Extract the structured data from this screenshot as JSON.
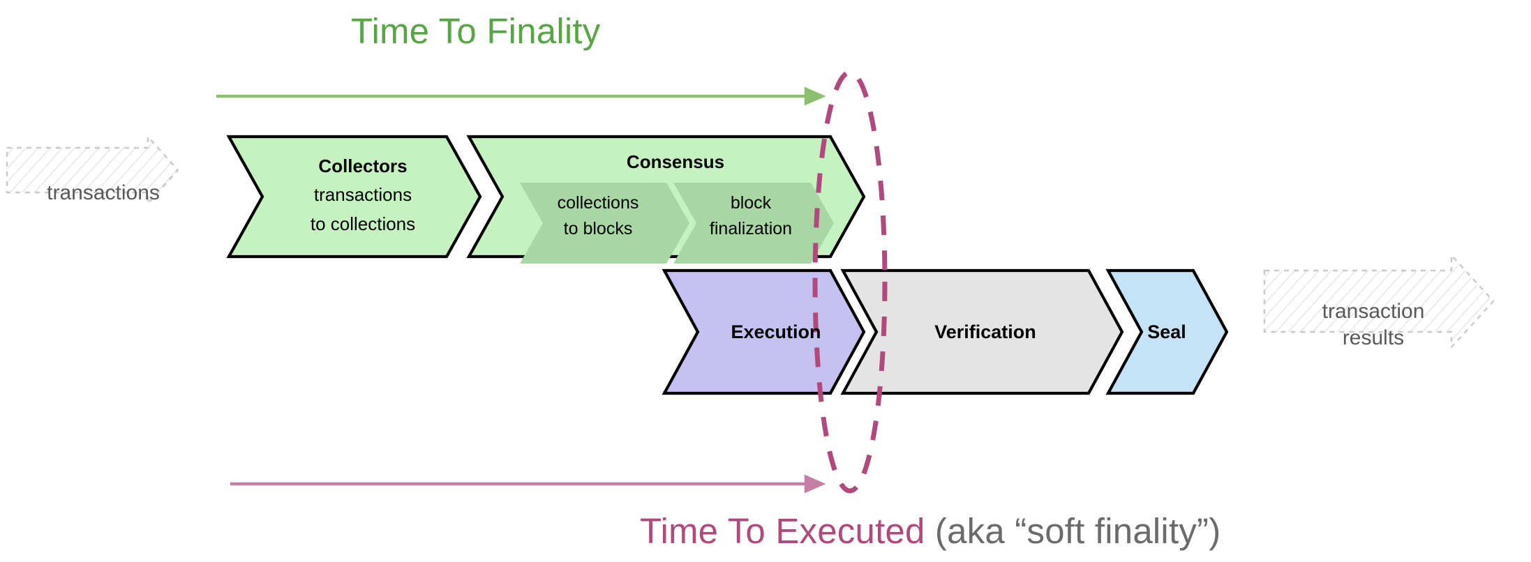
{
  "diagram": {
    "title_top": "Time To Finality",
    "title_bottom_accent": "Time To Executed",
    "title_bottom_muted": " (aka “soft finality”)",
    "input_label": "transactions",
    "output_label_line1": "transaction",
    "output_label_line2": "results",
    "colors": {
      "green_accent": "#57a544",
      "green_arrow": "#8cc06e",
      "purple_accent": "#b04a7d",
      "purple_arrow": "#c67fa4",
      "muted_text": "#6b6b6b",
      "collectors_fill": "#c5f2c0",
      "consensus_fill": "#c5f2c0",
      "consensus_inner_fill": "#a8d6a4",
      "execution_fill": "#c5c2f2",
      "verification_fill": "#e4e4e4",
      "seal_fill": "#c5e2f7",
      "outline": "#000000",
      "ghost_outline": "#c9c9cf"
    }
  },
  "stages": {
    "collectors": {
      "name": "Collectors",
      "desc_line1": "transactions",
      "desc_line2": "to collections"
    },
    "consensus": {
      "name": "Consensus",
      "sub": [
        {
          "line1": "collections",
          "line2": "to blocks"
        },
        {
          "line1": "block",
          "line2": "finalization"
        }
      ]
    },
    "execution": {
      "name": "Execution"
    },
    "verification": {
      "name": "Verification"
    },
    "seal": {
      "name": "Seal"
    }
  },
  "annotations": {
    "finality_arrow": "time-to-finality-arrow",
    "executed_arrow": "time-to-executed-arrow",
    "finality_marker": "finality-boundary-ellipse"
  }
}
